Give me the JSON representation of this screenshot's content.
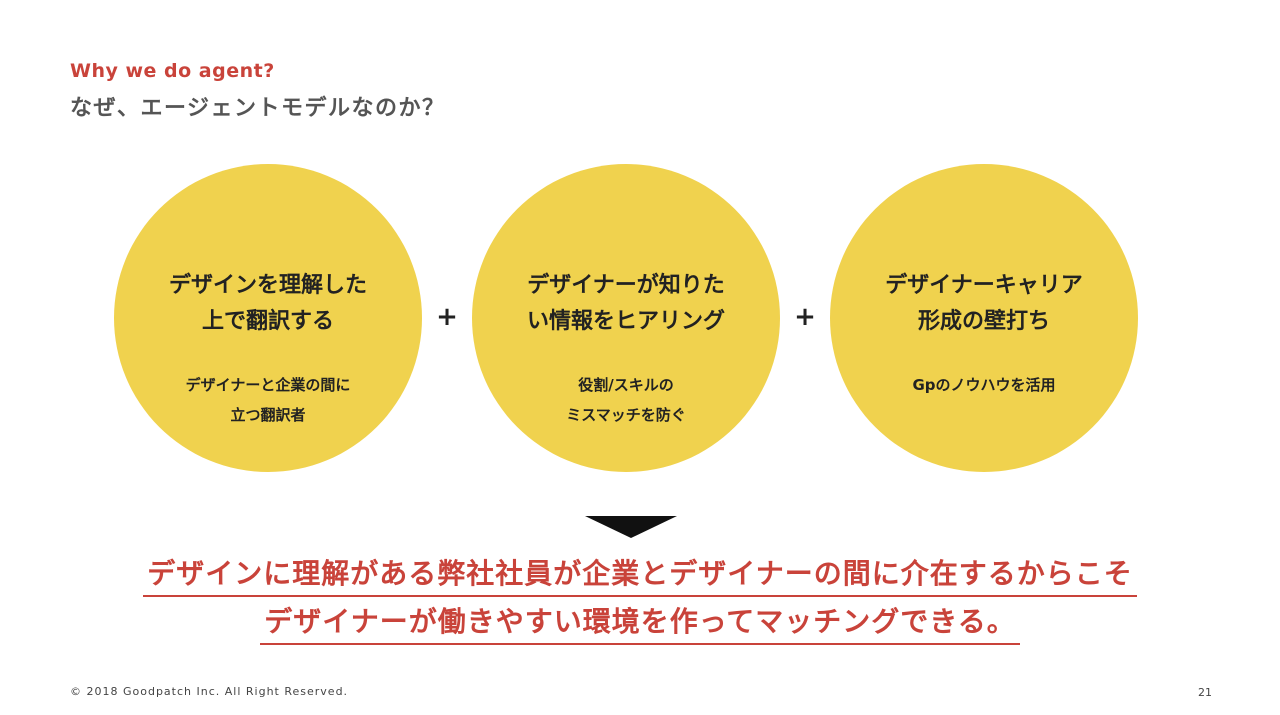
{
  "header": {
    "eyebrow": "Why we do agent?",
    "title": "なぜ、エージェントモデルなのか？"
  },
  "circles": [
    {
      "title": "デザインを理解した\n上で翻訳する",
      "description": "デザイナーと企業の間に\n立つ翻訳者"
    },
    {
      "title": "デザイナーが知りた\nい情報をヒアリング",
      "description": "役割/スキルの\nミスマッチを防ぐ"
    },
    {
      "title": "デザイナーキャリア\n形成の壁打ち",
      "description": "Gpのノウハウを活用"
    }
  ],
  "operators": [
    "+",
    "+"
  ],
  "conclusion": {
    "line1": "デザインに理解がある弊社社員が企業とデザイナーの間に介在するからこそ",
    "line2": "デザイナーが働きやすい環境を作ってマッチングできる。"
  },
  "footer": {
    "copyright": "© 2018 Goodpatch Inc. All Right Reserved.",
    "page_number": "21"
  },
  "colors": {
    "accent": "#c9433a",
    "circle_fill": "#f0d24e",
    "heading_gray": "#555555",
    "text_dark": "#222222"
  }
}
